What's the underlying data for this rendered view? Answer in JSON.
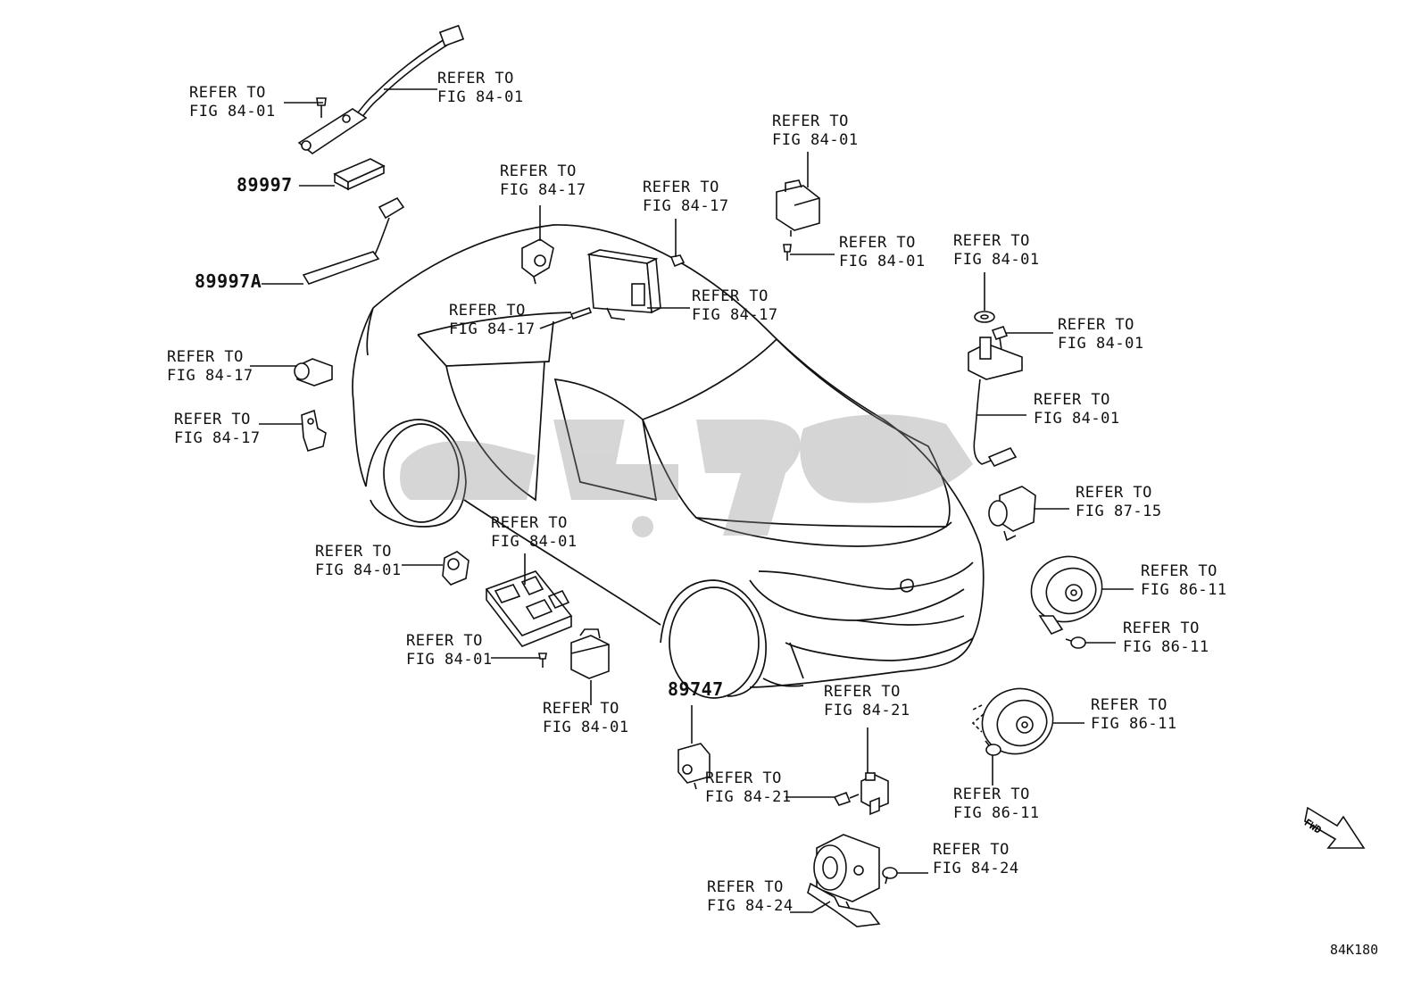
{
  "diagram": {
    "code": "84K180",
    "fwd_label": "FWD",
    "watermark": "یدک",
    "part_numbers": [
      "89997",
      "89997A",
      "89747"
    ],
    "references": [
      {
        "id": "r1",
        "line1": "REFER TO",
        "line2": "FIG 84-01"
      },
      {
        "id": "r2",
        "line1": "REFER TO",
        "line2": "FIG 84-01"
      },
      {
        "id": "r3",
        "line1": "REFER TO",
        "line2": "FIG 84-17"
      },
      {
        "id": "r4",
        "line1": "REFER TO",
        "line2": "FIG 84-17"
      },
      {
        "id": "r5",
        "line1": "REFER TO",
        "line2": "FIG 84-01"
      },
      {
        "id": "r6",
        "line1": "REFER TO",
        "line2": "FIG 84-01"
      },
      {
        "id": "r7",
        "line1": "REFER TO",
        "line2": "FIG 84-01"
      },
      {
        "id": "r8",
        "line1": "REFER TO",
        "line2": "FIG 84-01"
      },
      {
        "id": "r9",
        "line1": "REFER TO",
        "line2": "FIG 84-17"
      },
      {
        "id": "r10",
        "line1": "REFER TO",
        "line2": "FIG 84-17"
      },
      {
        "id": "r11",
        "line1": "REFER TO",
        "line2": "FIG 84-17"
      },
      {
        "id": "r12",
        "line1": "REFER TO",
        "line2": "FIG 84-17"
      },
      {
        "id": "r13",
        "line1": "REFER TO",
        "line2": "FIG 84-01"
      },
      {
        "id": "r14",
        "line1": "REFER TO",
        "line2": "FIG 87-15"
      },
      {
        "id": "r15",
        "line1": "REFER TO",
        "line2": "FIG 84-01"
      },
      {
        "id": "r16",
        "line1": "REFER TO",
        "line2": "FIG 84-01"
      },
      {
        "id": "r17",
        "line1": "REFER TO",
        "line2": "FIG 86-11"
      },
      {
        "id": "r18",
        "line1": "REFER TO",
        "line2": "FIG 86-11"
      },
      {
        "id": "r19",
        "line1": "REFER TO",
        "line2": "FIG 84-01"
      },
      {
        "id": "r20",
        "line1": "REFER TO",
        "line2": "FIG 84-01"
      },
      {
        "id": "r21",
        "line1": "REFER TO",
        "line2": "FIG 84-21"
      },
      {
        "id": "r22",
        "line1": "REFER TO",
        "line2": "FIG 86-11"
      },
      {
        "id": "r23",
        "line1": "REFER TO",
        "line2": "FIG 84-21"
      },
      {
        "id": "r24",
        "line1": "REFER TO",
        "line2": "FIG 86-11"
      },
      {
        "id": "r25",
        "line1": "REFER TO",
        "line2": "FIG 84-24"
      },
      {
        "id": "r26",
        "line1": "REFER TO",
        "line2": "FIG 84-24"
      }
    ]
  }
}
